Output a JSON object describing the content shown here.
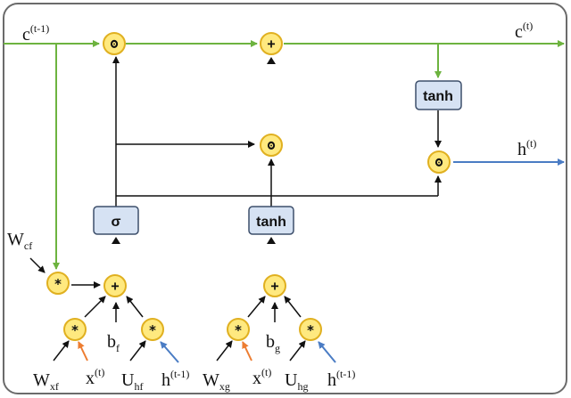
{
  "colors": {
    "frame": "#6b6b6b",
    "cell_line": "#6db33f",
    "hidden_line": "#4a7cc4",
    "x_arrow": "#ed7d31",
    "node_fill": "#ffe97f",
    "node_stroke": "#e0b020",
    "box_fill": "#d6e2f3",
    "box_stroke": "#3d4f6b"
  },
  "labels": {
    "c_prev": "c",
    "c_prev_sup": "(t-1)",
    "c_next": "c",
    "c_next_sup": "(t)",
    "h_next": "h",
    "h_next_sup": "(t)",
    "w_cf": "W",
    "w_cf_sub": "cf",
    "w_xf": "W",
    "w_xf_sub": "xf",
    "x_f": "x",
    "x_f_sup": "(t)",
    "b_f": "b",
    "b_f_sub": "f",
    "u_hf": "U",
    "u_hf_sub": "hf",
    "h_prev_f": "h",
    "h_prev_f_sup": "(t-1)",
    "w_xg": "W",
    "w_xg_sub": "xg",
    "x_g": "x",
    "x_g_sup": "(t)",
    "b_g": "b",
    "b_g_sub": "g",
    "u_hg": "U",
    "u_hg_sub": "hg",
    "h_prev_g": "h",
    "h_prev_g_sup": "(t-1)"
  },
  "ops": {
    "hadamard": "ʘ",
    "add": "+",
    "mul": "*"
  },
  "activations": {
    "sigma": "σ",
    "tanh_g": "tanh",
    "tanh_c": "tanh"
  }
}
